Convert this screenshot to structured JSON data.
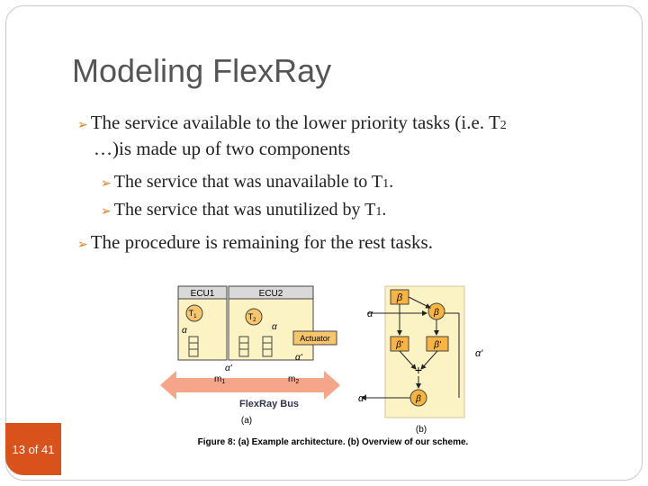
{
  "slide": {
    "title": "Modeling FlexRay",
    "bullet1_part1": "The service available to the lower priority tasks (i.e. T",
    "bullet1_sub": "2",
    "bullet1_line2": "…)is made up of two components",
    "sub1_text": "The service that was unavailable to T",
    "sub1_sub": "1",
    "sub1_end": ".",
    "sub2_text": "The service that was unutilized by T",
    "sub2_sub": "1",
    "sub2_end": ".",
    "bullet2": "The procedure is remaining for the rest tasks.",
    "page": "13 of 41"
  },
  "figure": {
    "ecu1": "ECU1",
    "ecu2": "ECU2",
    "t1": "T",
    "t1_sub": "1",
    "t2": "T",
    "t2_sub": "2",
    "actuator": "Actuator",
    "bus_label": "FlexRay Bus",
    "m1": "m",
    "m1_sub": "1",
    "m2": "m",
    "m2_sub": "2",
    "label_a": "(a)",
    "label_b": "(b)",
    "caption": "Figure 8: (a) Example architecture. (b) Overview of our scheme.",
    "beta": "β",
    "beta_prime": "β'",
    "alpha": "α",
    "alpha_prime": "α'",
    "plus": "+"
  },
  "colors": {
    "bullet_mark": "#e07a1a",
    "badge": "#d9521b",
    "bus": "#f4a58a",
    "box_fill": "#fbf3c4",
    "ecu_header": "#d9d9d9"
  }
}
